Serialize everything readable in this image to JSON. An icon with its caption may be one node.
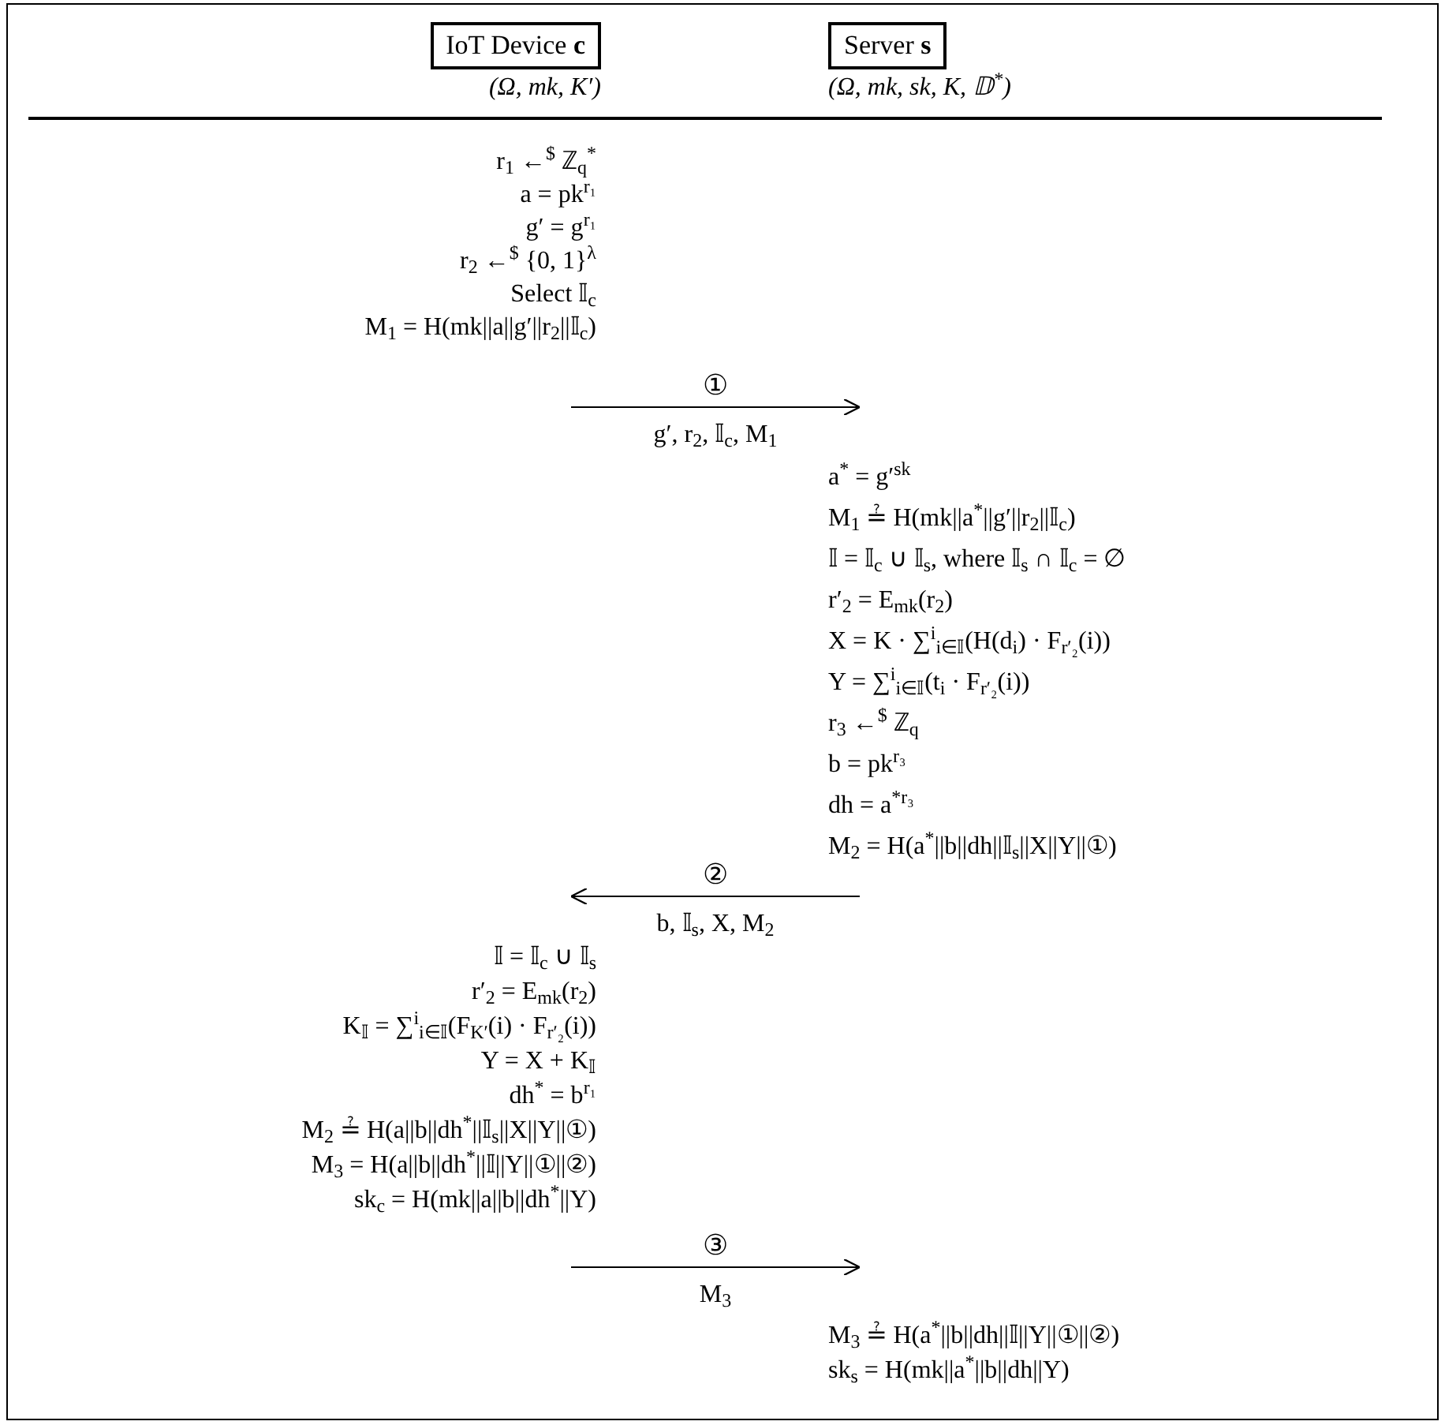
{
  "diagram": {
    "nodes": [
      {
        "text": [
          "IoT Device **c**"
        ],
        "beside": [
          "(Ω, mk, K′)"
        ]
      },
      {
        "text": [
          "Server **s**"
        ],
        "beside": [
          "(Ω, mk, sk, K, 𝔻$^{*}$)"
        ]
      },
      {
        "text": [
          "r$_{1}$ ←$^{$}$ ℤ$_{q}$$^{*}$",
          "a = pk$^{r₁}$",
          "g′ = g$^{r₁}$",
          "r$_{2}$ ←$^{$}$ {0, 1}$^{λ}$",
          "Select 𝕀$_{c}$",
          "M$_{1}$ = H(mk||a||g′||r$_{2}$||𝕀$_{c}$)"
        ]
      },
      {
        "text": [
          "a$^{*}$ = g′$^{sk}$",
          "M$_{1}$ ≟ H(mk||a$^{*}$||g′||r$_{2}$||𝕀$_{c}$)",
          "𝕀 = 𝕀$_{c}$ ∪ 𝕀$_{s}$, where 𝕀$_{s}$ ∩ 𝕀$_{c}$ = ∅",
          "r′$_{2}$ = E$_{mk}$(r$_{2}$)",
          "X = K · ∑$^{i}$$_{i∈𝕀}$(H(d$_{i}$) · F$_{r′₂}$(i))",
          "Y = ∑$^{i}$$_{i∈𝕀}$(t$_{i}$ · F$_{r′₂}$(i))",
          "r$_{3}$ ←$^{$}$ ℤ$_{q}$",
          "b = pk$^{r₃}$",
          "dh = a$^{*r₃}$",
          "M$_{2}$ = H(a$^{*}$||b||dh||𝕀$_{s}$||X||Y||①)"
        ]
      },
      {
        "text": [
          "𝕀 = 𝕀$_{c}$ ∪ 𝕀$_{s}$",
          "r′$_{2}$ = E$_{mk}$(r$_{2}$)",
          "K$_{𝕀}$ = ∑$^{i}$$_{i∈𝕀}$(F$_{K′}$(i) · F$_{r′₂}$(i))",
          "Y = X + K$_{𝕀}$",
          "dh$^{*}$ = b$^{r₁}$",
          "M$_{2}$ ≟ H(a||b||dh$^{*}$||𝕀$_{s}$||X||Y||①)",
          "M$_{3}$ = H(a||b||dh$^{*}$||𝕀||Y||①||②)",
          "sk$_{c}$ = H(mk||a||b||dh$^{*}$||Y)"
        ]
      },
      {
        "text": [
          "M$_{3}$ ≟ H(a$^{*}$||b||dh||𝕀||Y||①||②)",
          "sk$_{s}$ = H(mk||a$^{*}$||b||dh||Y)"
        ]
      }
    ],
    "edges": [
      {
        "from": 2,
        "to": 3,
        "arrow": "to",
        "label": "g′, r$_{2}$, 𝕀$_{c}$, M$_{1}$"
      },
      {
        "from": 3,
        "to": 4,
        "arrow": "to",
        "label": "b, 𝕀$_{s}$, X, M$_{2}$"
      },
      {
        "from": 4,
        "to": 5,
        "arrow": "to",
        "label": "M$_{3}$"
      }
    ],
    "labels": [
      "①",
      "②",
      "③"
    ]
  }
}
